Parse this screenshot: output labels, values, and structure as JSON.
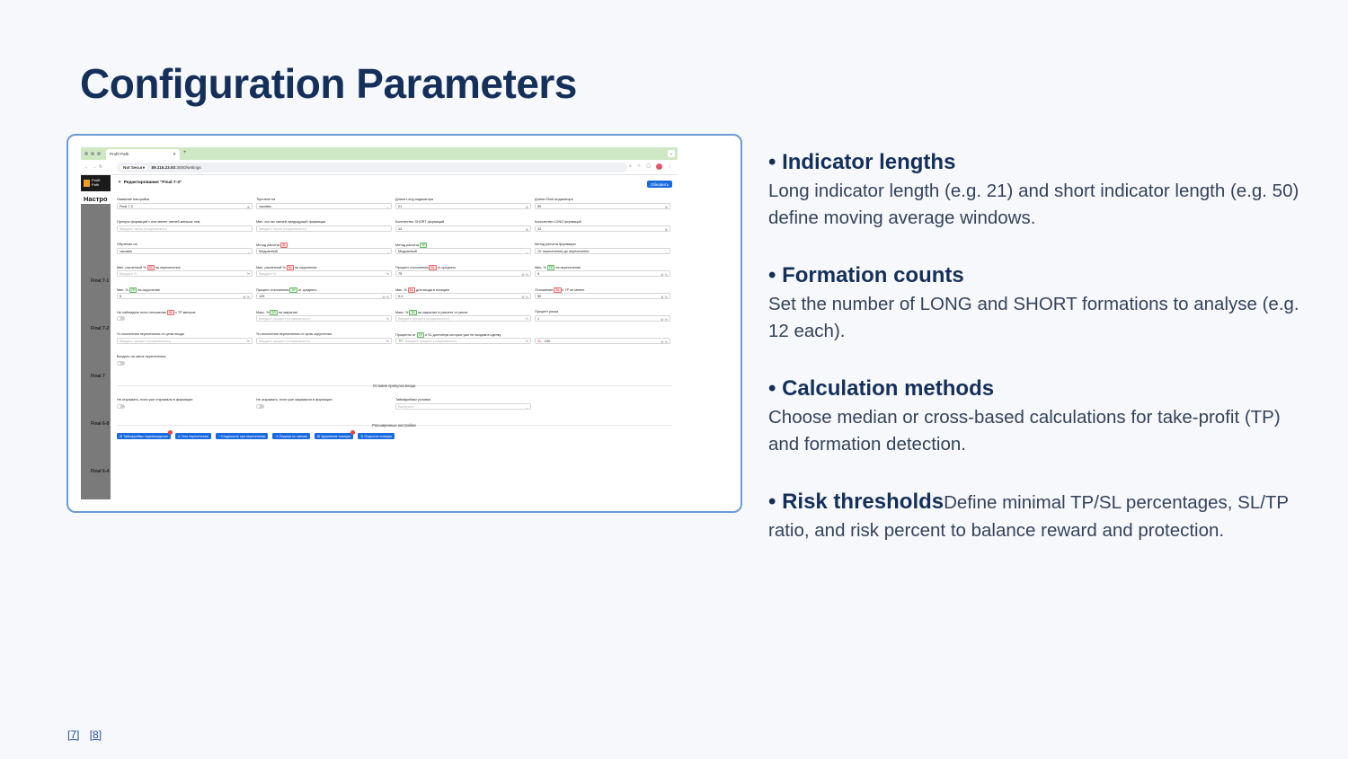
{
  "slide": {
    "title": "Configuration Parameters",
    "references": [
      "[7]",
      "[8]"
    ]
  },
  "bullets": [
    {
      "heading": "• Indicator lengths",
      "text": "Long indicator length (e.g. 21) and short indicator length (e.g. 50) define moving average windows."
    },
    {
      "heading": "• Formation counts",
      "text": "Set the number of LONG and SHORT formations to analyse (e.g. 12 each)."
    },
    {
      "heading": "• Calculation methods",
      "text": "Choose median or cross-based calculations for take-profit (TP) and formation detection."
    },
    {
      "heading": "• Risk thresholds",
      "text": "Define minimal TP/SL percentages, SL/TP ratio, and risk percent to balance reward and protection."
    }
  ],
  "browser": {
    "tab_title": "Profit Path",
    "not_secure": "Not Secure",
    "url_host": "89.116.23.93",
    "url_path": ":3000/settings"
  },
  "app": {
    "logo_line1": "Profit",
    "logo_line2": "Path",
    "sidebar_heading": "Настро",
    "sidebar_items": [
      "Final 7-1",
      "Final 7-2",
      "Final 7",
      "Final 6-8",
      "Final 6-4"
    ],
    "panel_title": "Редактирование \"Final 7-3\"",
    "save_label": "Обновить",
    "skip_section": "Условия пропуска входа",
    "advanced_section": "Расширенные настройки",
    "advanced_buttons": [
      "Таймфреймы подтверждения",
      "Угол пересечения",
      "Сходимость при пересечении",
      "Покупка по свечам",
      "Удержание позиции",
      "Открытие позиции"
    ]
  },
  "form": [
    {
      "label": "Название настройки",
      "value": "Final 7-3",
      "suffix": "⊗"
    },
    {
      "label": "Торговля на",
      "value": "часовик",
      "suffix": "⌄"
    },
    {
      "label": "Длина Long индикатора",
      "value": "21",
      "suffix": "⊗"
    },
    {
      "label": "Длина Short индикатора",
      "value": "50",
      "suffix": "⊗"
    },
    {
      "label": "Пропуск формаций х или менее свечей меньше чем",
      "placeholder": "Введите число (опционально)"
    },
    {
      "label": "Мин. кол-во свечей предыдущей формации",
      "placeholder": "Введите число (опционально)"
    },
    {
      "label": "Количество SHORT формаций",
      "value": "12",
      "suffix": "⊗"
    },
    {
      "label": "Количество LONG формаций",
      "value": "12",
      "suffix": "⊗"
    },
    {
      "label": "Обучение на",
      "value": "часовик",
      "suffix": "⌄"
    },
    {
      "label": "Метод расчета",
      "tag": "SL",
      "value": "Медианный",
      "suffix": "⌄"
    },
    {
      "label": "Метод расчета",
      "tag": "TP",
      "value": "Медианный",
      "suffix": "⌄"
    },
    {
      "label": "Метод расчета формации",
      "value": "От пересечения до пересечения",
      "suffix": "⌄"
    },
    {
      "label_pre": "Мин. расчетный %",
      "tag": "SL",
      "label_post": "на пересечение",
      "placeholder": "Введите %",
      "suffix": "%"
    },
    {
      "label_pre": "Мин. расчетный %",
      "tag": "SL",
      "label_post": "на скругление",
      "placeholder": "Введите %",
      "suffix": "%"
    },
    {
      "label_pre": "Процент отклонения",
      "tag": "SL",
      "label_post": "от среднего",
      "value": "75",
      "suffix": "⊗ %"
    },
    {
      "label_pre": "Мин. %",
      "tag": "TP",
      "label_post": "на пересечение",
      "value": "5",
      "suffix": "⊗ %"
    },
    {
      "label_pre": "Мин. %",
      "tag": "TP",
      "label_post": "на скругление",
      "value": "5",
      "suffix": "⊗ %"
    },
    {
      "label_pre": "Процент отклонения",
      "tag": "TP",
      "label_post": "от среднего",
      "value": "125",
      "suffix": "⊗ %"
    },
    {
      "label_pre": "Мин. %",
      "tag": "SL",
      "label_post": "для входа в позицию",
      "value": "0.4",
      "suffix": "⊗ %"
    },
    {
      "label_pre": "Отношение",
      "tag": "SL",
      "label_post": "к TP не менее",
      "value": "50",
      "suffix": "⊗ %"
    },
    {
      "label_pre": "Не наблюдать если отношение",
      "tag": "SL",
      "label_post": "к TP меньше",
      "toggle": true
    },
    {
      "label_pre": "Макс. %",
      "tag": "TP",
      "label_post": "на закрытие",
      "placeholder": "Введите процент (опционально)",
      "suffix": "%"
    },
    {
      "label_pre": "Макс. %",
      "tag": "TP",
      "label_post": "на закрытие в расчете от риска",
      "placeholder": "Введите процент (опционально)",
      "suffix": "%"
    },
    {
      "label": "Процент риска",
      "value": "1",
      "suffix": "⊗ %"
    },
    {
      "label": "% отклонения пересечения от цены входа",
      "placeholder": "Введите процент (опционально)",
      "suffix": "%"
    },
    {
      "label": "% отклонения пересечения от цены скругления",
      "placeholder": "Введите процент (опционально)",
      "suffix": "%"
    },
    {
      "label_pre": "Проценты от",
      "tag": "TP",
      "label_post": "и SL достигнув которых уже не входим в сделку",
      "prefix": "TP:",
      "placeholder": "Введите процент (опционально)",
      "suffix": "%"
    },
    {
      "prefix": "SL:",
      "value": "100",
      "suffix": "⊗ %"
    },
    {
      "label": "Входить на свече пересечения",
      "toggle": true
    },
    {
      "label": "Не открывать, если уже открывали в формации",
      "toggle": true
    },
    {
      "label": "Не открывать, если уже закрывали в формации",
      "toggle": true
    },
    {
      "label": "Таймфреймы условия",
      "placeholder": "Выберите",
      "suffix": "⌄"
    }
  ]
}
